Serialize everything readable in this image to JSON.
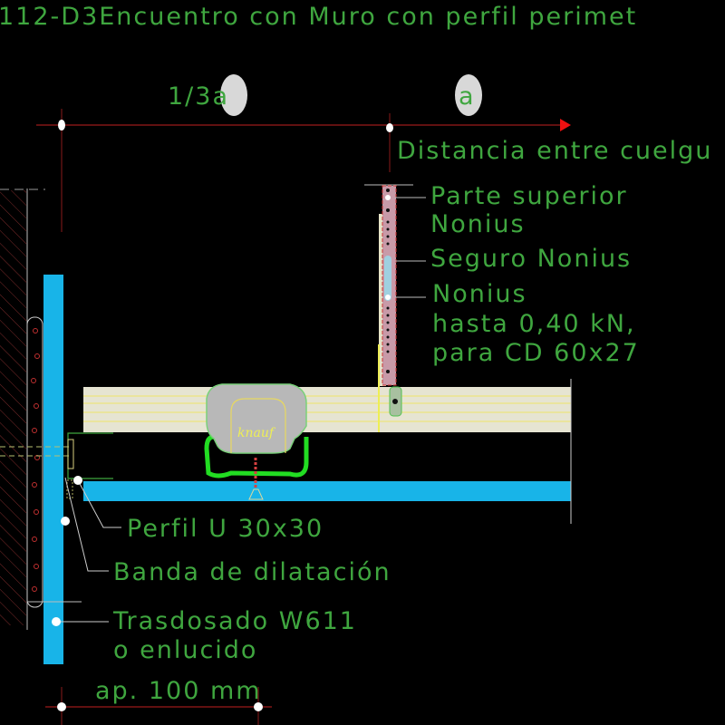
{
  "title": "112-D3Encuentro con Muro con perfil perimet",
  "dimensions": {
    "one_third": "1/3a",
    "a": "a",
    "distance_label": "Distancia entre cuelgu",
    "spacing": "ap. 100 mm"
  },
  "labels": {
    "parte_superior_1": "Parte superior",
    "parte_superior_2": "Nonius",
    "seguro": "Seguro Nonius",
    "nonius_1": "Nonius",
    "nonius_2": "hasta 0,40 kN,",
    "nonius_3": "para CD 60x27",
    "perfil_u": "Perfil U 30x30",
    "banda": "Banda de dilatación",
    "trasdosado_1": "Trasdosado W611",
    "trasdosado_2": "o enlucido"
  },
  "logo": "knauf",
  "colors": {
    "text": "#3fa63f",
    "dimension": "#c21f1f",
    "board_blue": "#18b4e8",
    "board_cream": "#e8e6d2",
    "profile_green": "#22dd22"
  }
}
